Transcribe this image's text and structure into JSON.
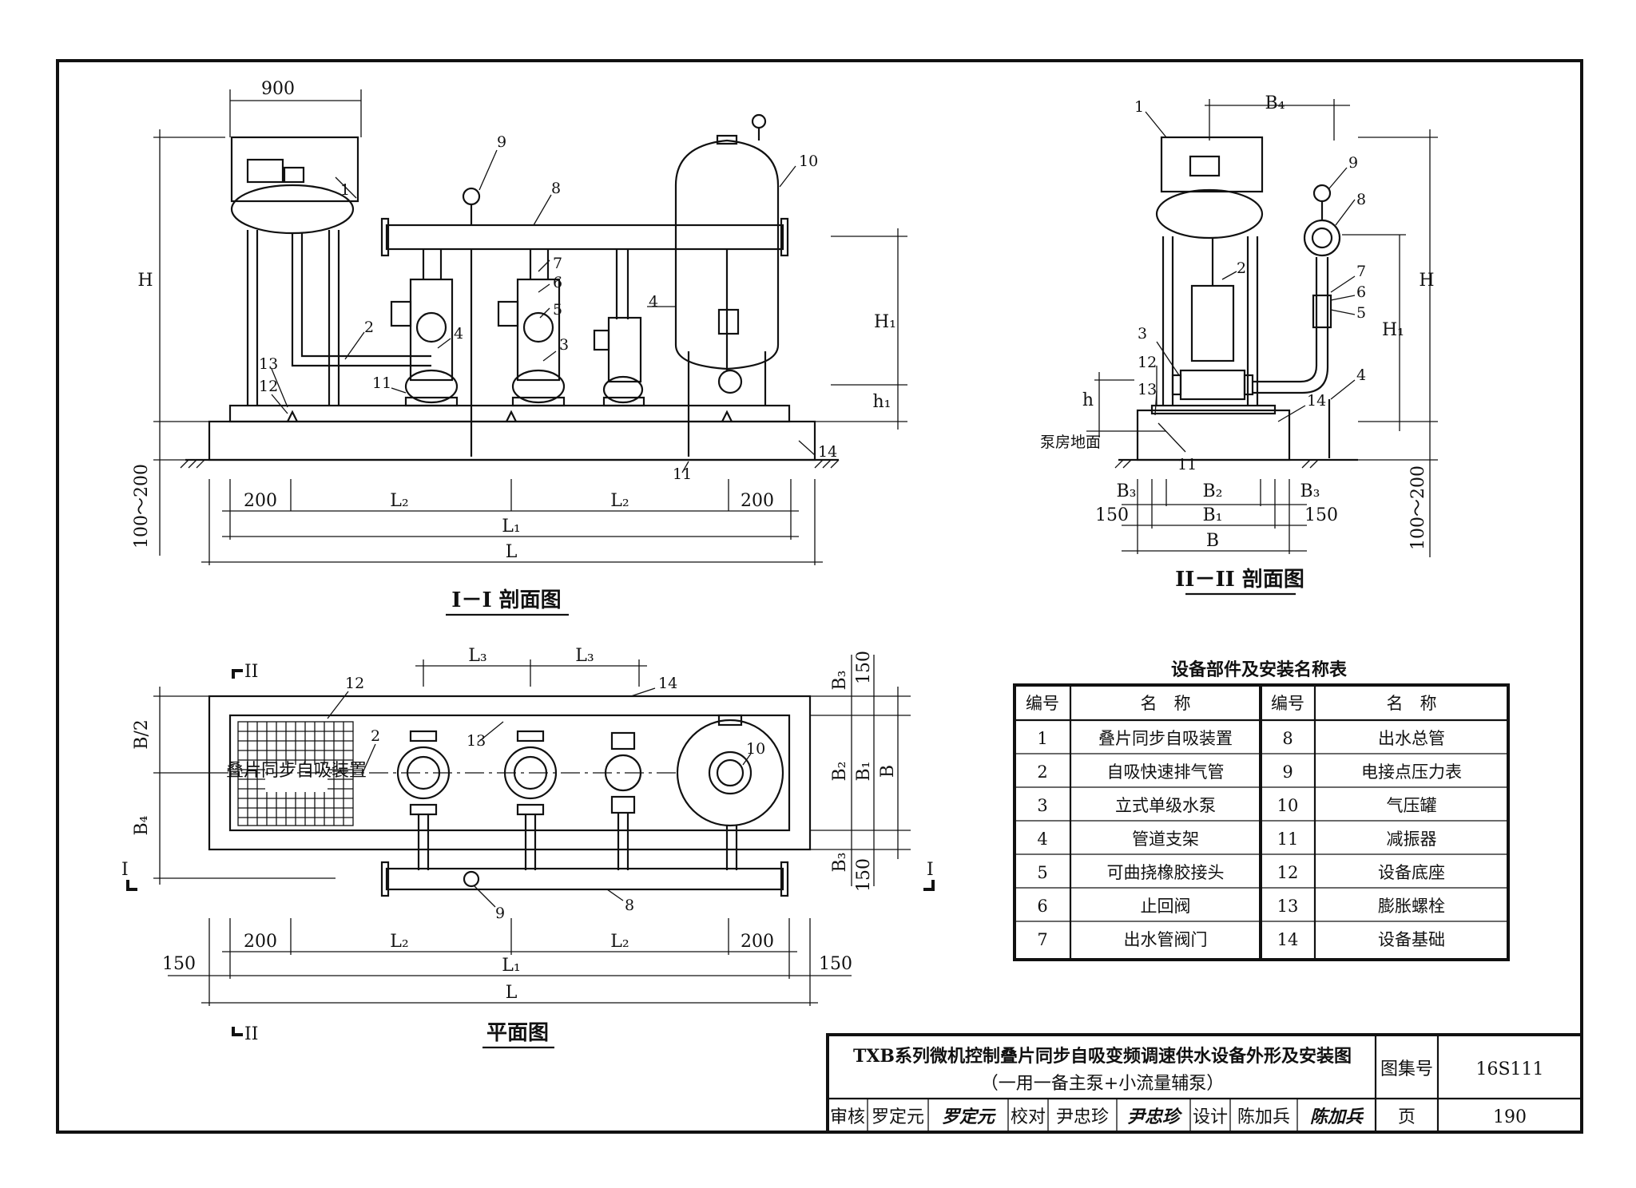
{
  "views": {
    "section1": {
      "caption": "I－I 剖面图",
      "top_dim": "900",
      "H": "H",
      "H1": "H₁",
      "h1": "h₁",
      "base_dim": "100～200",
      "dims": {
        "d200a": "200",
        "L2a": "L₂",
        "L2b": "L₂",
        "d200b": "200",
        "L1": "L₁",
        "L": "L"
      },
      "callouts": [
        "1",
        "2",
        "3",
        "4",
        "4",
        "5",
        "6",
        "7",
        "8",
        "9",
        "10",
        "11",
        "11",
        "12",
        "13",
        "14"
      ]
    },
    "section2": {
      "caption": "II－II 剖面图",
      "B4": "B₄",
      "H": "H",
      "H1": "H₁",
      "h": "h",
      "floor": "泵房地面",
      "base_dim": "100～200",
      "dims": {
        "B3a": "B₃",
        "B2": "B₂",
        "B3b": "B₃",
        "d150a": "150",
        "B1": "B₁",
        "d150b": "150",
        "B": "B"
      },
      "callouts": [
        "1",
        "2",
        "3",
        "4",
        "5",
        "6",
        "7",
        "8",
        "9",
        "11",
        "12",
        "13",
        "14"
      ]
    },
    "plan": {
      "caption": "平面图",
      "inner_label": "叠片同步自吸装置",
      "section_mark_II": "II",
      "section_mark_I": "I",
      "dims": {
        "L3a": "L₃",
        "L3b": "L₃",
        "B2half": "B/2",
        "B4": "B₄",
        "B3t": "B₃",
        "d150t": "150",
        "B2": "B₂",
        "B1": "B₁",
        "B": "B",
        "B3b": "B₃",
        "d150b": "150",
        "d150l": "150",
        "d200a": "200",
        "L2a": "L₂",
        "L2b": "L₂",
        "d200b": "200",
        "d150r": "150",
        "L1": "L₁",
        "L": "L"
      },
      "callouts": [
        "2",
        "8",
        "9",
        "10",
        "12",
        "13",
        "14"
      ]
    }
  },
  "parts_table": {
    "title": "设备部件及安装名称表",
    "headers": [
      "编号",
      "名　称",
      "编号",
      "名　称"
    ],
    "rows": [
      [
        "1",
        "叠片同步自吸装置",
        "8",
        "出水总管"
      ],
      [
        "2",
        "自吸快速排气管",
        "9",
        "电接点压力表"
      ],
      [
        "3",
        "立式单级水泵",
        "10",
        "气压罐"
      ],
      [
        "4",
        "管道支架",
        "11",
        "减振器"
      ],
      [
        "5",
        "可曲挠橡胶接头",
        "12",
        "设备底座"
      ],
      [
        "6",
        "止回阀",
        "13",
        "膨胀螺栓"
      ],
      [
        "7",
        "出水管阀门",
        "14",
        "设备基础"
      ]
    ]
  },
  "title_block": {
    "title_line1": "TXB系列微机控制叠片同步自吸变频调速供水设备外形及安装图",
    "title_line2": "（一用一备主泵+小流量辅泵）",
    "atlas_label": "图集号",
    "atlas_no": "16S111",
    "review_label": "审核",
    "reviewer": "罗定元",
    "reviewer_sig": "罗定元",
    "check_label": "校对",
    "checker": "尹忠珍",
    "checker_sig": "尹忠珍",
    "design_label": "设计",
    "designer": "陈加兵",
    "designer_sig": "陈加兵",
    "page_label": "页",
    "page_no": "190"
  }
}
